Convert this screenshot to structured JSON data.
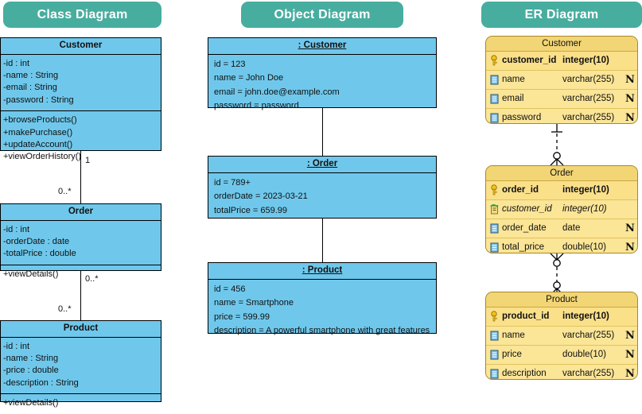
{
  "headers": [
    {
      "label": "Class Diagram"
    },
    {
      "label": "Object Diagram"
    },
    {
      "label": "ER Diagram"
    }
  ],
  "class_diagram": {
    "classes": [
      {
        "name": "Customer",
        "attributes": [
          "-id : int",
          "-name : String",
          "-email : String",
          "-password : String"
        ],
        "methods": [
          "+browseProducts()",
          "+makePurchase()",
          "+updateAccount()",
          "+viewOrderHistory()"
        ]
      },
      {
        "name": "Order",
        "attributes": [
          "-id : int",
          "-orderDate : date",
          "-totalPrice : double"
        ],
        "methods": [
          "+viewDetails()"
        ]
      },
      {
        "name": "Product",
        "attributes": [
          "-id : int",
          "-name : String",
          "-price : double",
          "-description : String"
        ],
        "methods": [
          "+viewDetails()"
        ]
      }
    ],
    "multiplicities": [
      "1",
      "0..*",
      "0..*",
      "0..*"
    ]
  },
  "object_diagram": {
    "objects": [
      {
        "name": ": Customer",
        "slots": [
          "id = 123",
          "name = John Doe",
          "email = john.doe@example.com",
          "password = password"
        ]
      },
      {
        "name": ": Order",
        "slots": [
          "id = 789+",
          "orderDate = 2023-03-21",
          "totalPrice = 659.99"
        ]
      },
      {
        "name": ": Product",
        "slots": [
          "id = 456",
          "name = Smartphone",
          "price = 599.99",
          "description = A powerful smartphone with great features"
        ]
      }
    ]
  },
  "er_diagram": {
    "tables": [
      {
        "name": "Customer",
        "columns": [
          {
            "icon": "primary-key-icon",
            "name": "customer_id",
            "type": "integer(10)",
            "nullable_marker": "",
            "kind": "pk"
          },
          {
            "icon": "column-icon",
            "name": "name",
            "type": "varchar(255)",
            "nullable_marker": "N",
            "kind": "col"
          },
          {
            "icon": "column-icon",
            "name": "email",
            "type": "varchar(255)",
            "nullable_marker": "N",
            "kind": "col"
          },
          {
            "icon": "column-icon",
            "name": "password",
            "type": "varchar(255)",
            "nullable_marker": "N",
            "kind": "col"
          }
        ]
      },
      {
        "name": "Order",
        "columns": [
          {
            "icon": "primary-key-icon",
            "name": "order_id",
            "type": "integer(10)",
            "nullable_marker": "",
            "kind": "pk"
          },
          {
            "icon": "foreign-key-icon",
            "name": "customer_id",
            "type": "integer(10)",
            "nullable_marker": "",
            "kind": "fk"
          },
          {
            "icon": "column-icon",
            "name": "order_date",
            "type": "date",
            "nullable_marker": "N",
            "kind": "col"
          },
          {
            "icon": "column-icon",
            "name": "total_price",
            "type": "double(10)",
            "nullable_marker": "N",
            "kind": "col"
          }
        ]
      },
      {
        "name": "Product",
        "columns": [
          {
            "icon": "primary-key-icon",
            "name": "product_id",
            "type": "integer(10)",
            "nullable_marker": "",
            "kind": "pk"
          },
          {
            "icon": "column-icon",
            "name": "name",
            "type": "varchar(255)",
            "nullable_marker": "N",
            "kind": "col"
          },
          {
            "icon": "column-icon",
            "name": "price",
            "type": "double(10)",
            "nullable_marker": "N",
            "kind": "col"
          },
          {
            "icon": "column-icon",
            "name": "description",
            "type": "varchar(255)",
            "nullable_marker": "N",
            "kind": "col"
          }
        ]
      }
    ]
  },
  "colors": {
    "pill": "#47ad9f",
    "uml_fill": "#6fc8ec",
    "er_header": "#f2d575",
    "er_row": "#fbe596",
    "er_border": "#a6872c"
  }
}
